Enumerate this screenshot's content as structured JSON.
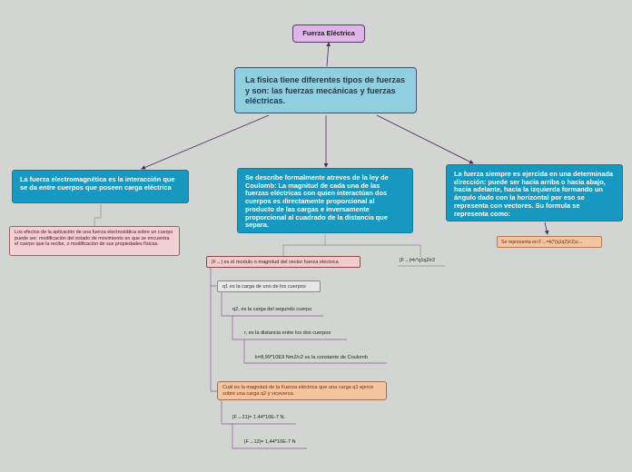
{
  "title_node": "Fuerza Eléctrica",
  "main_node": "La física tiene diferentes tipos de fuerzas y son: las fuerzas mecánicas y fuerzas eléctricas.",
  "left_node": "La fuerza electromagnética es la interacción que se da entre cuerpos que poseen carga eléctrica",
  "left_sub": "Los efectos de la aplicación de una fuerza electrostática sobre un cuerpo puede ser: modificación del estado de movimiento en que se encuentra el cuerpo que la recibe, o modificación de sus propiedades físicas.",
  "center_node": "Se describe formalmente atreves de la ley de Coulomb: La magnitud de cada una de las fuerzas eléctricas con quien interactúan dos cuerpos es directamente proporcional al producto de las cargas e inversamente proporcional al cuadrado de la distancia que separa.",
  "right_node": "La fuerza siempre es ejercida en una determinada dirección: puede ser hacia arriba o hacia abajo, hacia adelante, hacia la izquierda formando un ángulo dado con la horizontal por eso se representa con vectores. Su formula se representa como:",
  "right_sub": "Se representa en F→=k(*(q1q2)/r2)u→",
  "formula": "|F→|=k*q1q2/r2",
  "magnitude": "|F→| es el modulo o magnitud del vector fuerza electrica",
  "q1": "q1 es la carga de uno de los cuerpos",
  "q2": "q2, es la carga del segundo cuerpo",
  "r": "r, es la distancia entre los dos cuerpos",
  "k": "k=8,99*10E9 Nm2/c2 es la constante de Coulomb",
  "question": "Cuál es la magnitud de la Fuerza eléctrica que una carga q1 ejerce sobre una carga q2 y viceversa.",
  "ans1": "|F→21|= 1.44*10E-7 N.",
  "ans2": "|F→12|= 1,44*10E-7 N"
}
